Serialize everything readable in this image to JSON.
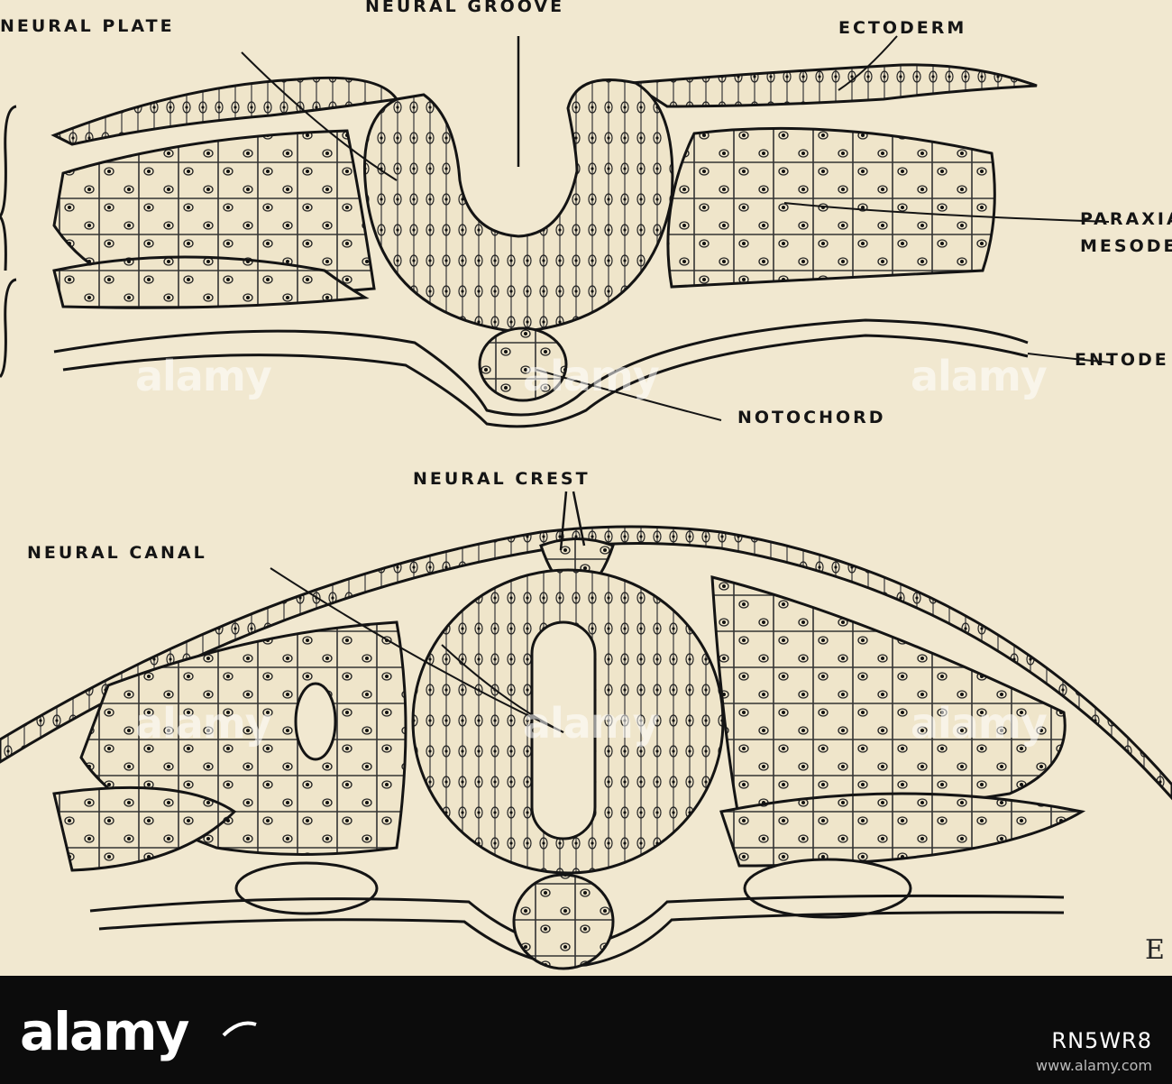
{
  "figure": {
    "labels": {
      "neural_plate": "NEURAL PLATE",
      "neural_groove": "NEURAL GROOVE",
      "ectoderm": "ECTODERM",
      "paraxial": "PARAXIAL",
      "mesoderm": "MESODE",
      "entoderm": "ENTODE",
      "notochord": "NOTOCHORD",
      "neural_crest": "NEURAL CREST",
      "neural_canal": "NEURAL CANAL"
    },
    "figure_letter": "E",
    "watermark": "alamy"
  },
  "footer": {
    "logo": "alamy",
    "image_id": "www.alamy.com",
    "url": "RN5WR8"
  }
}
